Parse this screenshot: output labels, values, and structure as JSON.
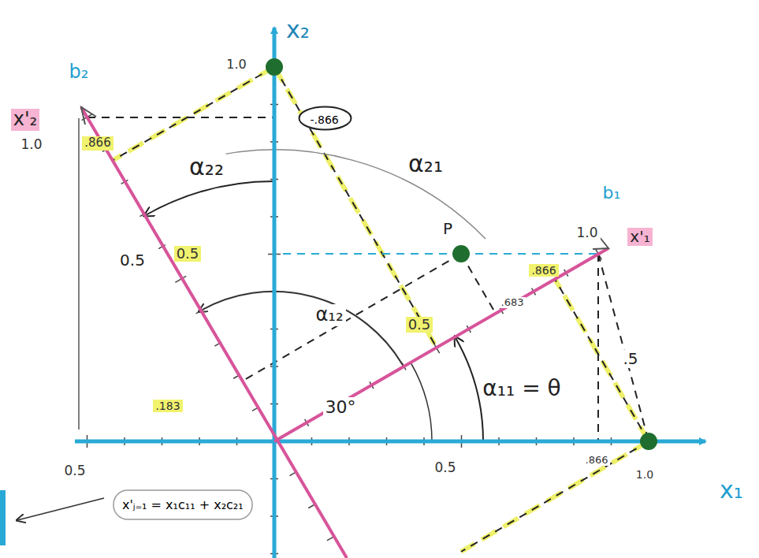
{
  "diagram": {
    "nodes": [
      {
        "text": [
          "-.866"
        ]
      },
      {
        "text": [
          "x'ⱼ₌₁ = x₁c₁₁ + x₂c₂₁"
        ]
      }
    ],
    "labels": [
      "x₂",
      "1.0",
      "x'₂",
      "b₂",
      "1.0",
      ".866",
      "α₂₂",
      "α₂₁",
      "0.5",
      "P",
      "0.5",
      "α₁₂",
      "0.5",
      ".683",
      ".866",
      "1.0",
      "x'₁",
      "b₁",
      ".5",
      "α₁₁ = θ",
      "30°",
      ".183",
      "0.5",
      "0.5",
      ".866",
      "1.0",
      "x₁"
    ]
  }
}
